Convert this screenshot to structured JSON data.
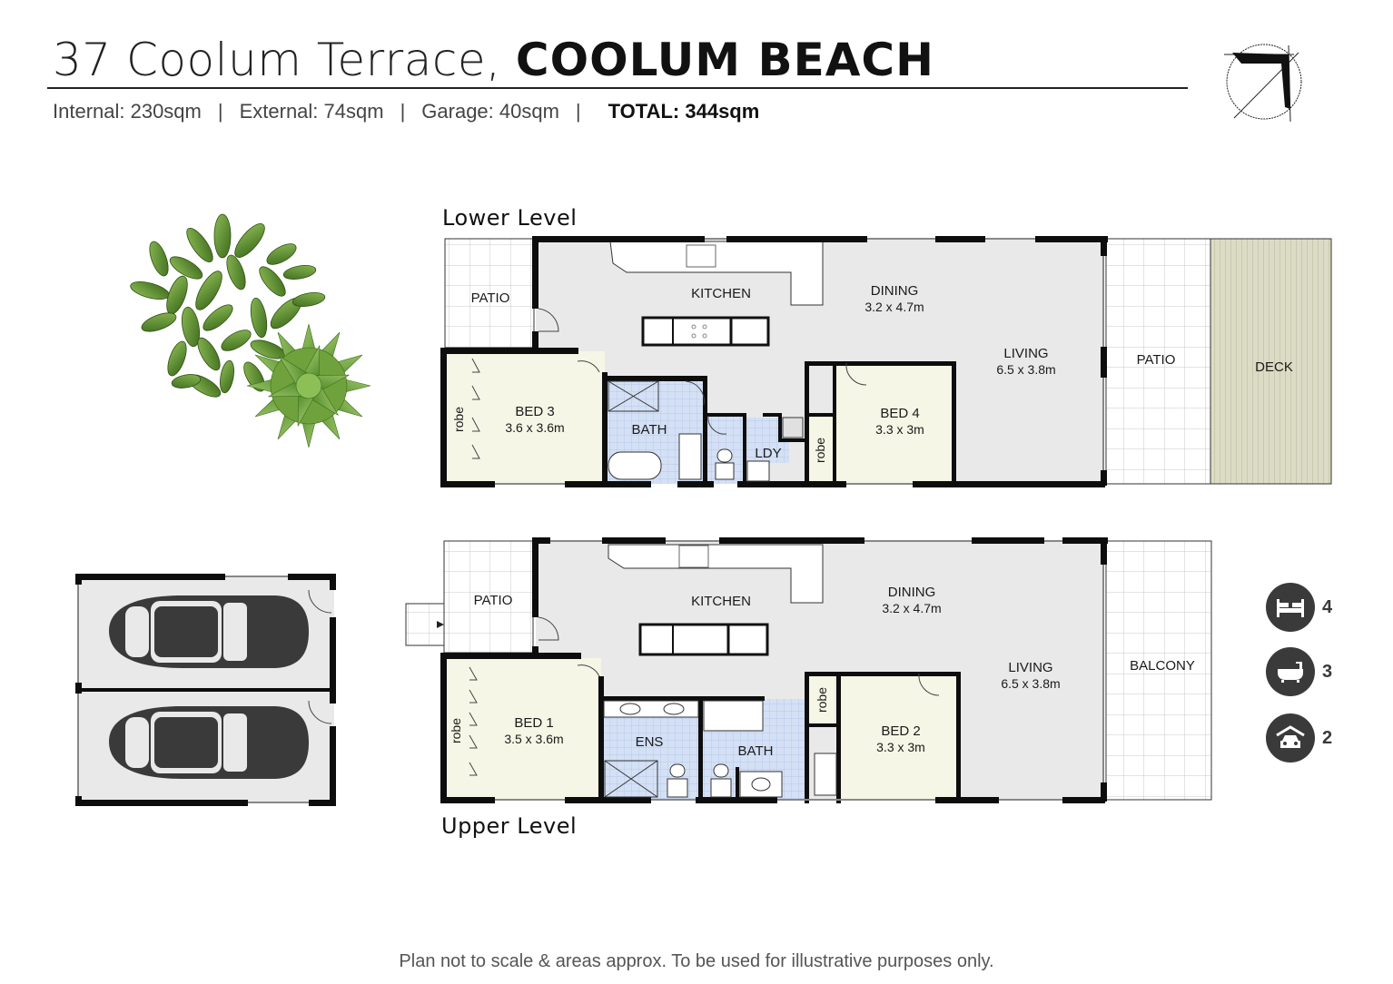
{
  "header": {
    "address_street": "37 Coolum Terrace,",
    "address_suburb": "COOLUM BEACH",
    "areas": {
      "internal": "Internal: 230sqm",
      "external": "External: 74sqm",
      "garage": "Garage: 40sqm",
      "total": "TOTAL: 344sqm",
      "separator": "|"
    }
  },
  "compass": {
    "icon": "north-arrow-icon"
  },
  "levels": {
    "lower": {
      "label": "Lower Level",
      "rooms": {
        "patio_left": {
          "name": "PATIO"
        },
        "kitchen": {
          "name": "KITCHEN"
        },
        "dining": {
          "name": "DINING",
          "size": "3.2 x 4.7m"
        },
        "living": {
          "name": "LIVING",
          "size": "6.5 x 3.8m"
        },
        "bed3": {
          "name": "BED 3",
          "size": "3.6 x 3.6m"
        },
        "robe_bed3": {
          "name": "robe"
        },
        "bath": {
          "name": "BATH"
        },
        "ldy": {
          "name": "LDY"
        },
        "bed4": {
          "name": "BED 4",
          "size": "3.3 x 3m"
        },
        "robe_bed4": {
          "name": "robe"
        },
        "patio_right": {
          "name": "PATIO"
        },
        "deck": {
          "name": "DECK"
        }
      }
    },
    "upper": {
      "label": "Upper Level",
      "rooms": {
        "patio": {
          "name": "PATIO"
        },
        "kitchen": {
          "name": "KITCHEN"
        },
        "dining": {
          "name": "DINING",
          "size": "3.2 x 4.7m"
        },
        "living": {
          "name": "LIVING",
          "size": "6.5 x 3.8m"
        },
        "bed1": {
          "name": "BED 1",
          "size": "3.5 x 3.6m"
        },
        "robe_bed1": {
          "name": "robe"
        },
        "ens": {
          "name": "ENS"
        },
        "bath": {
          "name": "BATH"
        },
        "robe_bed2": {
          "name": "robe"
        },
        "bed2": {
          "name": "BED 2",
          "size": "3.3 x 3m"
        },
        "balcony": {
          "name": "BALCONY"
        }
      }
    }
  },
  "garage": {
    "spaces": 2,
    "icon": "car-icon"
  },
  "features": [
    {
      "icon": "bed-icon",
      "count": "4"
    },
    {
      "icon": "bath-icon",
      "count": "3"
    },
    {
      "icon": "garage-car-icon",
      "count": "2"
    }
  ],
  "footer": {
    "disclaimer": "Plan not to scale & areas approx. To be used for illustrative purposes only."
  },
  "colors": {
    "wall": "#0d0d0d",
    "open_floor": "#e9e9e9",
    "bedroom_floor": "#f6f6e6",
    "wet_floor": "#d4e0f5",
    "wet_grid": "#a9bde0",
    "tile": "#ffffff",
    "tile_grid": "#c8c8c8",
    "deck": "#dcdcc6",
    "deck_line": "#c9c9ae",
    "icon_dark": "#3a3a3a",
    "tree_light": "#7fae4a",
    "tree_dark": "#3f6b1f"
  }
}
